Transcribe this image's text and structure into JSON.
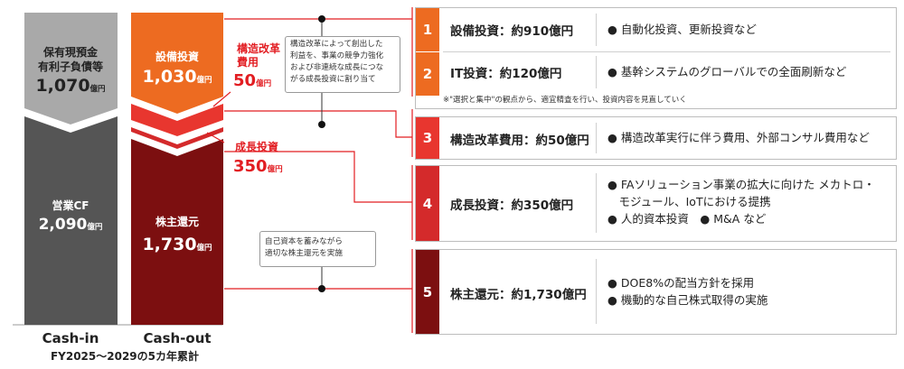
{
  "cash_in": {
    "top_label_1": "保有現預金",
    "top_label_2": "有利子負債等",
    "top_value": "1,070",
    "top_unit": "億円",
    "bottom_label": "営業CF",
    "bottom_value": "2,090",
    "bottom_unit": "億円",
    "axis_label": "Cash-in"
  },
  "cash_out": {
    "capex_label": "設備投資",
    "capex_value": "1,030",
    "capex_unit": "億円",
    "return_label": "株主還元",
    "return_value": "1,730",
    "return_unit": "億円",
    "axis_label": "Cash-out"
  },
  "period_label": "FY2025～2029の5カ年累計",
  "structural": {
    "label_1": "構造改革",
    "label_2": "費用",
    "value": "50",
    "unit": "億円"
  },
  "growth": {
    "label": "成長投資",
    "value": "350",
    "unit": "億円"
  },
  "callout_1": {
    "line1": "構造改革によって創出した",
    "line2": "利益を、事業の競争力強化",
    "line3": "および非連続な成長につな",
    "line4": "がる成長投資に割り当て"
  },
  "callout_2": {
    "line1": "自己資本を蓄みながら",
    "line2": "適切な株主還元を実施"
  },
  "items": [
    {
      "num": "1",
      "title": "設備投資：約910億円",
      "desc": [
        "● 自動化投資、更新投資など"
      ]
    },
    {
      "num": "2",
      "title": "IT投資：約120億円",
      "desc": [
        "● 基幹システムのグローバルでの全面刷新など"
      ]
    },
    {
      "num": "3",
      "title": "構造改革費用：約50億円",
      "desc": [
        "● 構造改革実行に伴う費用、外部コンサル費用など"
      ]
    },
    {
      "num": "4",
      "title": "成長投資：約350億円",
      "desc": [
        "● FAソリューション事業の拡大に向けた メカトロ・",
        "　モジュール、IoTにおける提携",
        "● 人的資本投資　● M&A など"
      ]
    },
    {
      "num": "5",
      "title": "株主還元：約1,730億円",
      "desc": [
        "● DOE8%の配当方針を採用",
        "● 機動的な自己株式取得の実施"
      ]
    }
  ],
  "footnote": "※\"選択と集中\"の観点から、適宜精査を行い、投資内容を見直していく",
  "colors": {
    "cash_in_top": "#a9a9a9",
    "cash_in_bottom": "#555555",
    "capex": "#ed6b21",
    "structural": "#e8362f",
    "growth": "#d42a2b",
    "return": "#7c0f10",
    "accent_red": "#e21d22"
  }
}
